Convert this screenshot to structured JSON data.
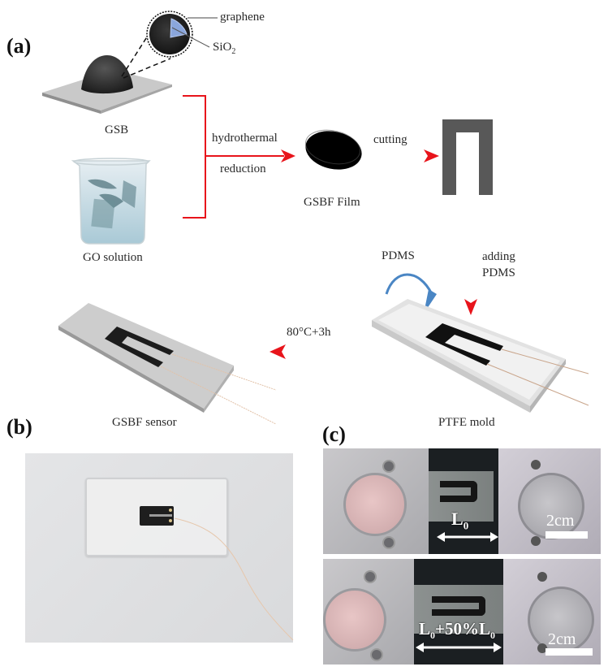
{
  "figure": {
    "panels": {
      "a": "(a)",
      "b": "(b)",
      "c": "(c)"
    },
    "schematic": {
      "inset_labels": {
        "graphene": "graphene",
        "sio2_main": "SiO",
        "sio2_sub": "2"
      },
      "materials": {
        "gsb": "GSB",
        "go_solution": "GO solution"
      },
      "steps": {
        "hydrothermal_line1": "hydrothermal",
        "hydrothermal_line2": "reduction",
        "cutting": "cutting",
        "adding_line1": "adding",
        "adding_line2": "PDMS",
        "pdms_pour": "PDMS",
        "curing": "80°C+3h"
      },
      "products": {
        "film": "GSBF Film",
        "mold": "PTFE mold",
        "sensor": "GSBF sensor"
      }
    },
    "photo_c": {
      "top": {
        "length_main": "L",
        "length_sub": "0",
        "scale": "2cm"
      },
      "bottom": {
        "length_a": "L",
        "length_a_sub": "0",
        "length_mid": "+50%L",
        "length_b_sub": "0",
        "scale": "2cm"
      }
    },
    "colors": {
      "arrow_red": "#e8141b",
      "pdms_arrow_blue": "#4a86c4",
      "sio2_blue": "#8aa6dc",
      "u_shape_gray": "#585858"
    }
  }
}
